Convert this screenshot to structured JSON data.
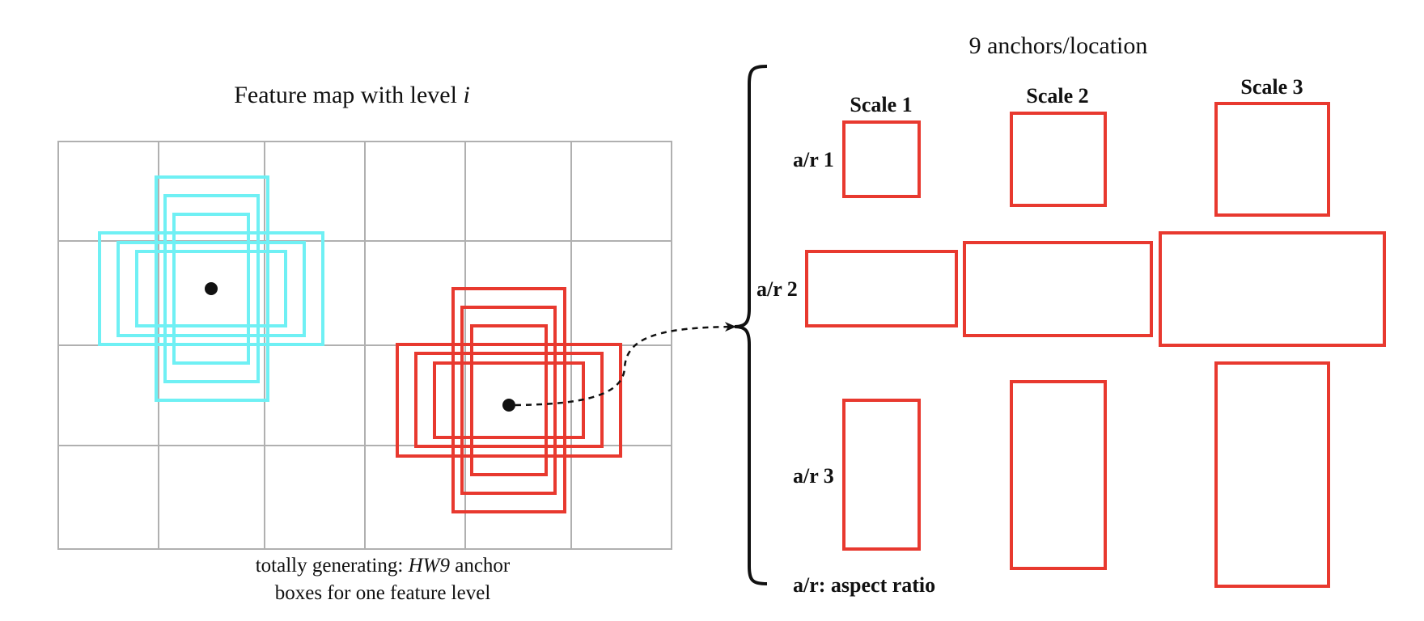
{
  "left_panel": {
    "title_prefix": "Feature map with level ",
    "title_italic": "i",
    "grid": {
      "cols": 6,
      "rows": 4
    },
    "caption_line1_prefix": "totally generating: ",
    "caption_line1_italic": "HW9",
    "caption_line1_suffix": " anchor",
    "caption_line2": "boxes for one feature level"
  },
  "right_panel": {
    "title": "9 anchors/location",
    "scale_labels": [
      "Scale 1",
      "Scale 2",
      "Scale 3"
    ],
    "ratio_labels": [
      "a/r 1",
      "a/r 2",
      "a/r 3"
    ],
    "legend": "a/r: aspect ratio"
  },
  "colors": {
    "grid": "#b0b0b0",
    "anchor_cyan": "#6ff0f4",
    "anchor_red": "#e8392f",
    "ink": "#111111"
  }
}
